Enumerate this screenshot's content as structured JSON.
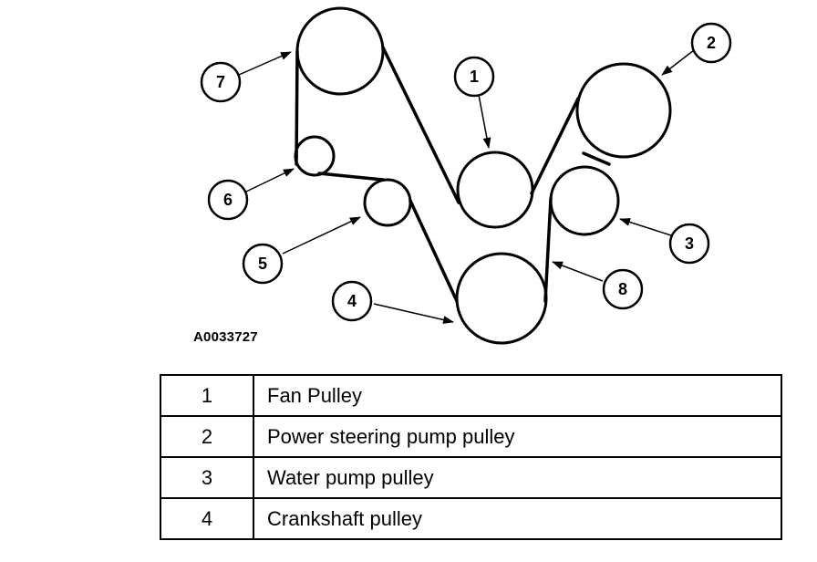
{
  "figure": {
    "id": "A0033727"
  },
  "callouts": [
    "1",
    "2",
    "3",
    "4",
    "5",
    "6",
    "7",
    "8"
  ],
  "legend": [
    {
      "number": "1",
      "description": "Fan Pulley"
    },
    {
      "number": "2",
      "description": "Power steering pump pulley"
    },
    {
      "number": "3",
      "description": "Water pump pulley"
    },
    {
      "number": "4",
      "description": "Crankshaft pulley"
    }
  ],
  "colors": {
    "line": "#000000",
    "background": "#ffffff"
  }
}
